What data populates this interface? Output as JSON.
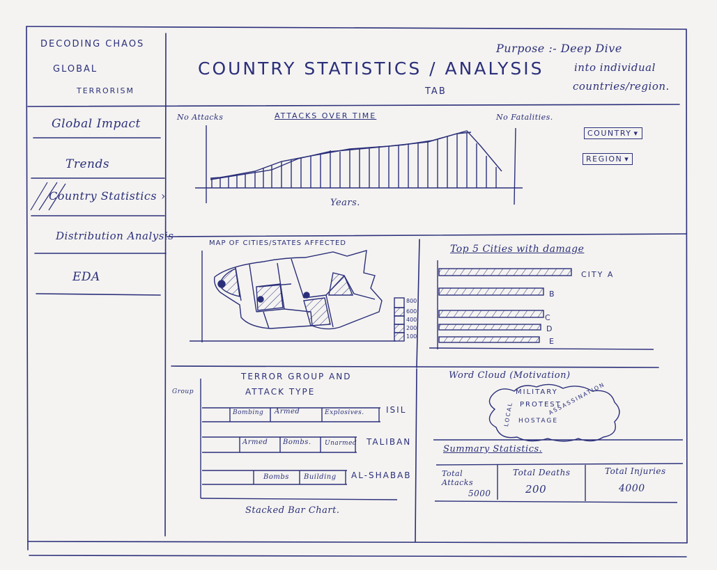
{
  "brand": {
    "line1": "DECODING CHAOS",
    "line2": "GLOBAL",
    "line3": "TERRORISM"
  },
  "header": {
    "title": "COUNTRY STATISTICS / ANALYSIS",
    "subtitle": "TAB"
  },
  "purpose": {
    "line1": "Purpose :- Deep Dive",
    "line2": "into individual",
    "line3": "countries/region."
  },
  "sidebar": {
    "items": [
      {
        "label": "Global Impact"
      },
      {
        "label": "Trends"
      },
      {
        "label": "Country Statistics",
        "active": true
      },
      {
        "label": "Distribution Analysis"
      },
      {
        "label": "EDA"
      }
    ]
  },
  "filters": {
    "country": "COUNTRY",
    "region": "REGION"
  },
  "attacks_chart": {
    "title": "ATTACKS OVER TIME",
    "y_left_label": "No Attacks",
    "y_right_label": "No Fatalities.",
    "x_label": "Years."
  },
  "map": {
    "title": "MAP OF CITIES/STATES AFFECTED",
    "legend": [
      "800",
      "600",
      "400",
      "200",
      "100"
    ]
  },
  "top_cities": {
    "title": "Top 5 Cities with damage",
    "labels": [
      "CITY A",
      "B",
      "C",
      "D",
      "E"
    ]
  },
  "terror_groups": {
    "title_line1": "TERROR GROUP AND",
    "title_line2": "ATTACK TYPE",
    "y_label": "Group",
    "caption": "Stacked Bar Chart.",
    "rows": [
      {
        "group": "ISIL",
        "segments": [
          "Bombing",
          "Armed",
          "Explosives."
        ]
      },
      {
        "group": "TALIBAN",
        "segments": [
          "Armed",
          "Bombs.",
          "Unarmed"
        ]
      },
      {
        "group": "AL-SHABAB",
        "segments": [
          "Bombs",
          "Building"
        ]
      }
    ]
  },
  "word_cloud": {
    "title": "Word Cloud (Motivation)",
    "words": [
      "MILITARY",
      "PROTEST",
      "HOSTAGE",
      "ASSASSINATION",
      "LOCAL"
    ]
  },
  "summary": {
    "title": "Summary Statistics.",
    "stats": [
      {
        "label": "Total Attacks",
        "value": "5000"
      },
      {
        "label": "Total Deaths",
        "value": "200"
      },
      {
        "label": "Total Injuries",
        "value": "4000"
      }
    ]
  }
}
